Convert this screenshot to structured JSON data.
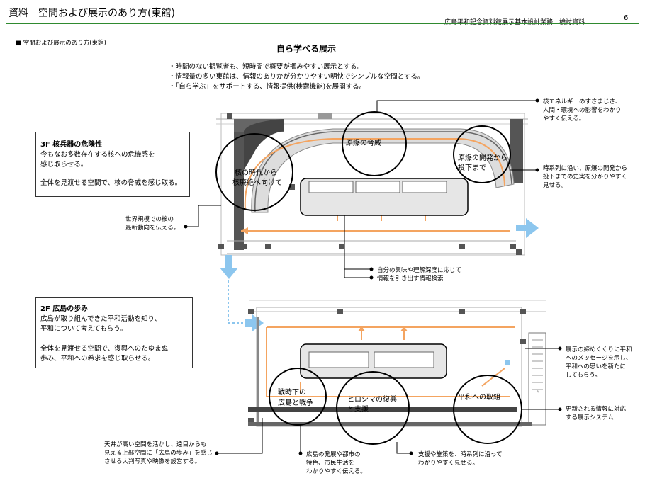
{
  "header": {
    "title": "資料　空間および展示のあり方(東館)",
    "subtitle": "広島平和記念資料館展示基本設計業務　検討資料",
    "page_number": "6"
  },
  "section_label": "■ 空間および展示のあり方(東館)",
  "main_heading": "自ら学べる展示",
  "bullets": [
    "・時間のない観覧者も、短時間で概要が掴みやすい展示とする。",
    "・情報量の多い東館は、情報のありかが分かりやすい明快でシンプルな空間とする。",
    "・「自ら学ぶ」をサポートする、情報提供(検索機能)を展開する。"
  ],
  "floor3": {
    "title": "3F  核兵器の危険性",
    "lines": [
      "今もなお多数存在する核への危機感を",
      "感じ取らせる。"
    ],
    "lines2": [
      "全体を見渡せる空間で、核の脅威を感じ取る。"
    ],
    "circles": {
      "threat": "原爆の脅威",
      "development": [
        "原爆の開発から",
        "投下まで"
      ],
      "nuclear_age": [
        "核の時代から",
        "核廃絶へ向けて"
      ]
    }
  },
  "floor2": {
    "title": "2F  広島の歩み",
    "lines": [
      "広島が取り組んできた平和活動を知り、",
      "平和について考えてもらう。"
    ],
    "lines2": [
      "全体を見渡せる空間で、復興へのたゆまぬ",
      "歩み、平和への希求を感じ取らせる。"
    ],
    "circles": {
      "war": [
        "戦時下の",
        "広島と戦争"
      ],
      "reconstruction": [
        "ヒロシマの復興",
        "と支援"
      ],
      "peace": "平和への取組"
    }
  },
  "notes": {
    "nuclear_energy": [
      "核エネルギーのすさまじさ、",
      "人間・環境への影響をわかり",
      "やすく伝える。"
    ],
    "timeline": [
      "時系列に沿い、原爆の開発から",
      "投下までの史実を分かりやすく",
      "見せる。"
    ],
    "world_trend": [
      "世界規模での核の",
      "最新動向を伝える。"
    ],
    "search": [
      "自分の興味や理解深度に応じて",
      "情報を引き出す情報検索"
    ],
    "message": [
      "展示の締めくくりに平和",
      "へのメッセージを示し、",
      "平和への思いを新たに",
      "してもらう。"
    ],
    "updates": [
      "更新される情報に対応",
      "する展示システム"
    ],
    "ceiling": [
      "天井が高い空間を活かし、遠目からも",
      "見える上部空間に「広島の歩み」を感じ",
      "させる大判写真や映像を設営する。"
    ],
    "city": [
      "広島の発展や都市の",
      "特色、市民生活を",
      "わかりやすく伝える。"
    ],
    "support": [
      "支援や施策を、時系列に沿って",
      "わかりやすく見せる。"
    ]
  },
  "colors": {
    "accent_green": "#2f8a2f",
    "route_orange": "#f4a460",
    "arrow_blue": "#8cc6ee",
    "wall_gray": "#777777"
  }
}
